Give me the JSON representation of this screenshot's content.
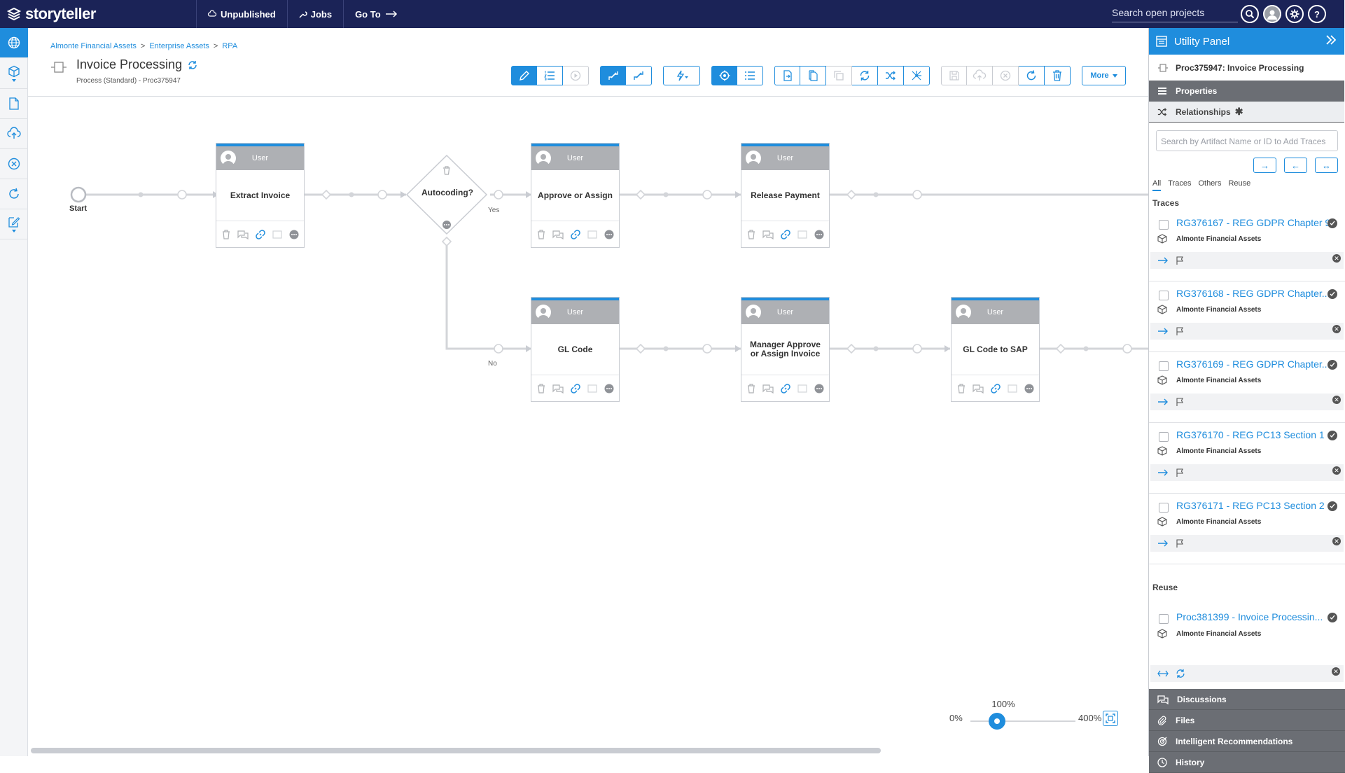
{
  "topbar": {
    "logo": "storyteller",
    "unpublished": "Unpublished",
    "jobs": "Jobs",
    "goto": "Go To",
    "search_placeholder": "Search open projects"
  },
  "header": {
    "breadcrumb": [
      "Almonte Financial Assets",
      "Enterprise Assets",
      "RPA"
    ],
    "title": "Invoice Processing",
    "subtitle": "Process (Standard) - Proc375947",
    "more": "More"
  },
  "canvas": {
    "start_label": "Start",
    "decision": "Autocoding?",
    "yes": "Yes",
    "no": "No",
    "role": "User",
    "nodes": [
      "Extract Invoice",
      "Approve or Assign",
      "Release Payment",
      "GL Code",
      "Manager Approve or Assign Invoice",
      "GL Code to SAP"
    ]
  },
  "zoom": {
    "min": "0%",
    "current": "100%",
    "max": "400%",
    "level": 0.25
  },
  "panel": {
    "title": "Utility Panel",
    "context": "Proc375947: Invoice Processing",
    "properties": "Properties",
    "relationships": "Relationships",
    "search_placeholder": "Search by Artifact Name or ID to Add Traces",
    "tabs": [
      "All",
      "Traces",
      "Others",
      "Reuse"
    ],
    "traces_title": "Traces",
    "reuse_title": "Reuse",
    "project": "Almonte Financial Assets",
    "traces": [
      "RG376167 - REG GDPR Chapter 9",
      "RG376168 - REG GDPR Chapter...",
      "RG376169 - REG GDPR Chapter...",
      "RG376170 - REG PC13 Section 1",
      "RG376171 - REG PC13 Section 2"
    ],
    "reuse": [
      "Proc381399 - Invoice Processin..."
    ],
    "sections": [
      "Discussions",
      "Files",
      "Intelligent Recommendations",
      "History"
    ]
  },
  "colors": {
    "nav": "#1b2357",
    "accent": "#1f8ddd",
    "node_header": "#aeb0b4"
  }
}
